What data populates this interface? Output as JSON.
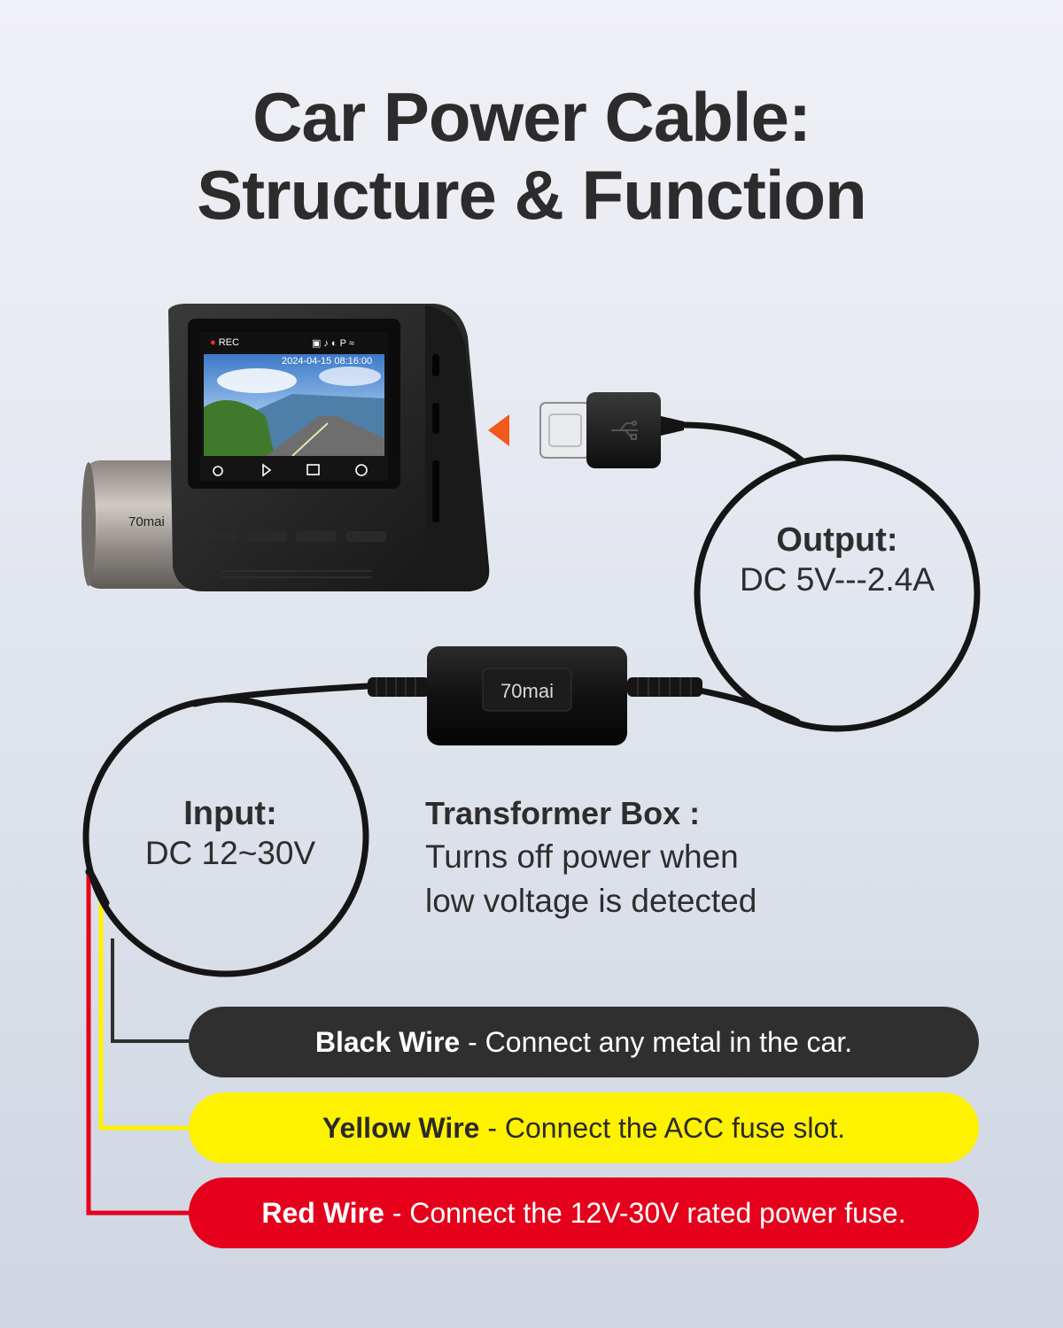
{
  "title": {
    "line1": "Car Power Cable:",
    "line2": "Structure & Function"
  },
  "camera": {
    "brand": "70mai",
    "screen_rec": "REC",
    "screen_timestamp": "2024-04-15 08:16:00"
  },
  "transformer_brand": "70mai",
  "output": {
    "heading": "Output:",
    "value": "DC 5V---2.4A"
  },
  "input": {
    "heading": "Input:",
    "value": "DC 12~30V"
  },
  "transformer": {
    "heading": "Transformer Box :",
    "line1": "Turns off power when",
    "line2": "low voltage is detected"
  },
  "wires": [
    {
      "name": "Black Wire",
      "description": " - Connect any metal in the car.",
      "color": "#2f2f2f"
    },
    {
      "name": "Yellow Wire",
      "description": " - Connect the ACC fuse slot.",
      "color": "#fff200"
    },
    {
      "name": "Red Wire",
      "description": " - Connect the 12V-30V rated power fuse.",
      "color": "#e5001b"
    }
  ],
  "colors": {
    "arrow": "#f05a1a",
    "cable": "#151515"
  }
}
